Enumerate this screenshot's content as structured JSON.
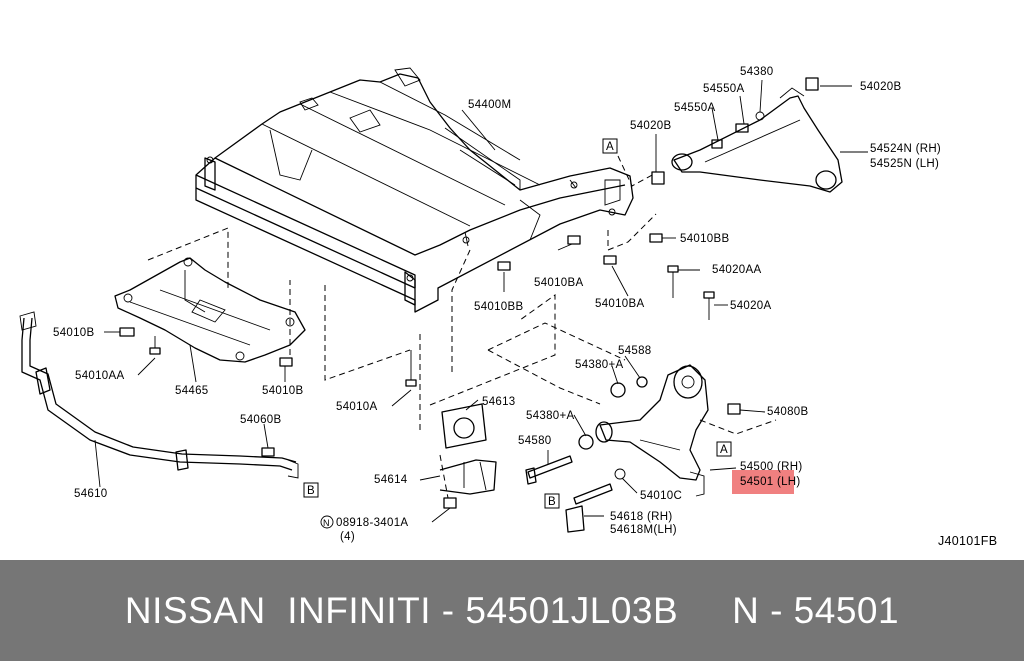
{
  "labels": {
    "p54400M": "54400M",
    "p54380": "54380",
    "p54020B_top": "54020B",
    "p54550A_1": "54550A",
    "p54550A_2": "54550A",
    "p54020B_left": "54020B",
    "p54524N": "54524N (RH)",
    "p54525N": "54525N (LH)",
    "p54010BB_right": "54010BB",
    "p54010BA_1": "54010BA",
    "p54010BA_2": "54010BA",
    "p54010BB_mid": "54010BB",
    "p54020AA": "54020AA",
    "p54020A": "54020A",
    "p54010B_left": "54010B",
    "p54010AA": "54010AA",
    "p54465": "54465",
    "p54010B_mid": "54010B",
    "p54010A": "54010A",
    "p54588": "54588",
    "p54380A_1": "54380+A",
    "p54080B": "54080B",
    "p54613": "54613",
    "p54380A_2": "54380+A",
    "p54060B": "54060B",
    "p54580": "54580",
    "p54500": "54500 (RH)",
    "p54501": "54501 (LH)",
    "p54610": "54610",
    "p54614": "54614",
    "p54010C": "54010C",
    "p54618": "54618 (RH)",
    "p54618M": "54618M(LH)",
    "p08918": "08918-3401A",
    "p08918qty": "(4)",
    "p08918prefix": "N",
    "refA1": "A",
    "refA2": "A",
    "refB1": "B",
    "refB2": "B",
    "diagramCode": "J40101FB"
  },
  "highlight_color": "#f08080",
  "footer": {
    "text": "NISSAN  INFINITI - 54501JL03B     N - 54501",
    "background": "#767676",
    "color": "#ffffff"
  }
}
